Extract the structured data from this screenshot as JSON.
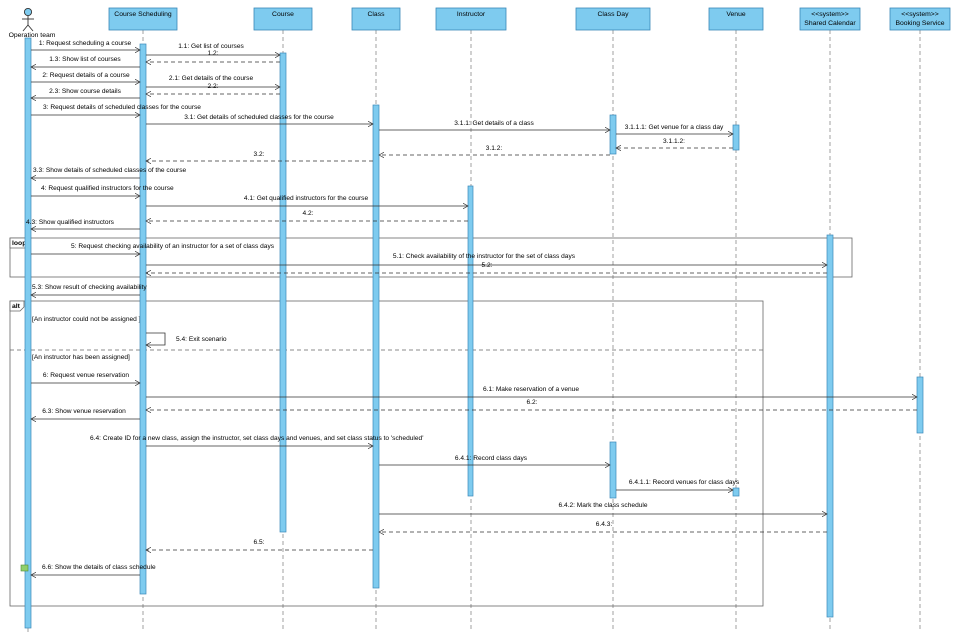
{
  "actor": {
    "name": "Operation team"
  },
  "lifelines": [
    {
      "name": "Course Scheduling",
      "stereotype": ""
    },
    {
      "name": "Course",
      "stereotype": ""
    },
    {
      "name": "Class",
      "stereotype": ""
    },
    {
      "name": "Instructor",
      "stereotype": ""
    },
    {
      "name": "Class Day",
      "stereotype": ""
    },
    {
      "name": "Venue",
      "stereotype": ""
    },
    {
      "name": "Shared Calendar",
      "stereotype": "<<system>>"
    },
    {
      "name": "Booking Service",
      "stereotype": "<<system>>"
    }
  ],
  "messages": [
    "1: Request scheduling a course",
    "1.1: Get list of courses",
    "1.2:",
    "1.3: Show list of courses",
    "2: Request details of a course",
    "2.1: Get details of the course",
    "2.2:",
    "2.3: Show course details",
    "3: Request details of scheduled classes for the course",
    "3.1: Get details of scheduled classes for the course",
    "3.1.1: Get details of a class",
    "3.1.1.1: Get venue for a class day",
    "3.1.1.2:",
    "3.1.2:",
    "3.2:",
    "3.3: Show details of scheduled classes of the course",
    "4: Request qualified instructors for the course",
    "4.1: Get qualified instructors for the course",
    "4.2:",
    "4.3: Show qualified instructors",
    "5: Request checking availability of an instructor for a set of class days",
    "5.1: Check availability of the instructor for the set of class days",
    "5.2:",
    "5.3: Show result of checking availability",
    "5.4: Exit scenario",
    "6: Request venue reservation",
    "6.1: Make reservation of a venue",
    "6.2:",
    "6.3: Show venue reservation",
    "6.4: Create ID for a new class, assign the instructor, set class days and venues, and set class status to 'scheduled'",
    "6.4.1: Record class days",
    "6.4.1.1: Record venues for class days",
    "6.4.2: Mark the class schedule",
    "6.4.3:",
    "6.5:",
    "6.6: Show the details of class schedule"
  ],
  "fragments": {
    "loop": {
      "keyword": "loop"
    },
    "alt": {
      "keyword": "alt",
      "guard1": "[An instructor could not be assigned ]",
      "guard2": "[An instructor has been assigned]"
    }
  },
  "colors": {
    "lifeline_fill": "#7ecbef",
    "lifeline_border": "#3a88b8",
    "activation_fill": "#7ecbef",
    "line": "#555555"
  }
}
